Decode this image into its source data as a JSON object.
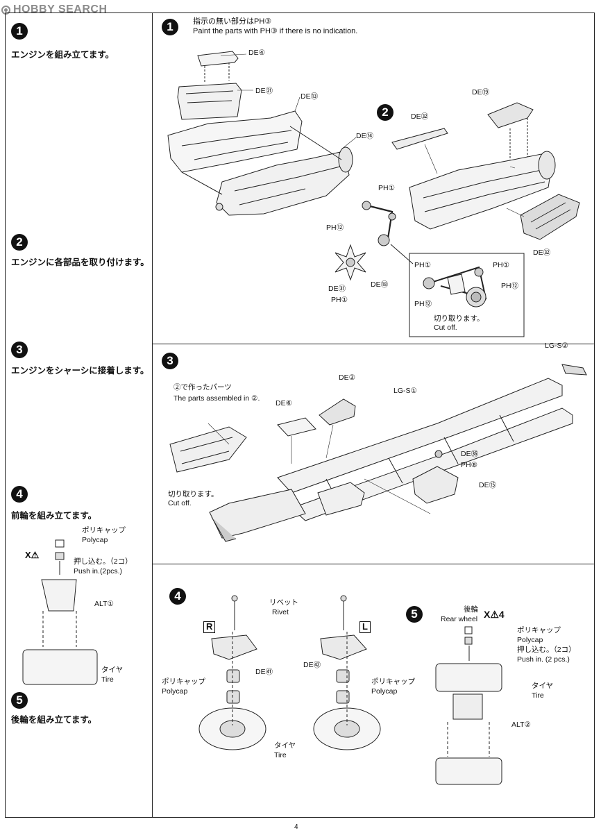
{
  "logo": {
    "text": "HOBBY SEARCH"
  },
  "page_number": "4",
  "sidebar": {
    "steps": [
      {
        "num": "1",
        "text": "エンジンを組み立てます。"
      },
      {
        "num": "2",
        "text": "エンジンに各部品を取り付けます。"
      },
      {
        "num": "3",
        "text": "エンジンをシャーシに接着します。"
      },
      {
        "num": "4",
        "text": "前輪を組み立てます。"
      },
      {
        "num": "5",
        "text": "後輪を組み立てます。"
      }
    ],
    "front_wheel": {
      "mark": "X⚠",
      "polycap_jp": "ポリキャップ",
      "polycap_en": "Polycap",
      "push_jp": "押し込む。（2コ）",
      "push_en": "Push in.(2pcs.)",
      "alt": "ALT①",
      "tire_jp": "タイヤ",
      "tire_en": "Tire"
    }
  },
  "step1": {
    "num": "1",
    "note_jp": "指示の無い部分はPH③",
    "note_en": "Paint the parts with PH③ if there is no indication.",
    "labels": {
      "de4": "DE④",
      "de21": "DE㉑",
      "de13": "DE⑬",
      "de14": "DE⑭"
    }
  },
  "step2": {
    "num": "2",
    "labels": {
      "de32a": "DE㉜",
      "de19": "DE⑲",
      "de32b": "DE㉜",
      "ph1a": "PH①",
      "ph12a": "PH⑫",
      "de31": "DE㉛",
      "ph1b": "PH①",
      "de18": "DE⑱"
    },
    "detail": {
      "ph1a": "PH①",
      "ph1b": "PH①",
      "ph12a": "PH⑫",
      "ph12b": "PH⑫",
      "cut_jp": "切り取ります。",
      "cut_en": "Cut off."
    }
  },
  "step3": {
    "num": "3",
    "parts_jp": "②で作ったパーツ",
    "parts_en": "The parts assembled in ②.",
    "labels": {
      "lgs2": "LG-S②",
      "de2": "DE②",
      "lgs1": "LG-S①",
      "de6": "DE⑥",
      "de36": "DE㊱",
      "ph8": "PH⑧",
      "de15": "DE⑮"
    },
    "cut_jp": "切り取ります。",
    "cut_en": "Cut off."
  },
  "step4": {
    "num": "4",
    "rivet_jp": "リベット",
    "rivet_en": "Rivet",
    "side_r": "R",
    "side_l": "L",
    "de41": "DE㊶",
    "de42": "DE㊷",
    "polycap_jp": "ポリキャップ",
    "polycap_en": "Polycap",
    "tire_jp": "タイヤ",
    "tire_en": "Tire"
  },
  "step5": {
    "num": "5",
    "rear_jp": "後輪",
    "rear_en": "Rear wheel",
    "mark": "X⚠4",
    "polycap_jp": "ポリキャップ",
    "polycap_en": "Polycap",
    "push_jp": "押し込む。（2コ）",
    "push_en": "Push in. (2 pcs.)",
    "tire_jp": "タイヤ",
    "tire_en": "Tire",
    "alt": "ALT②"
  }
}
